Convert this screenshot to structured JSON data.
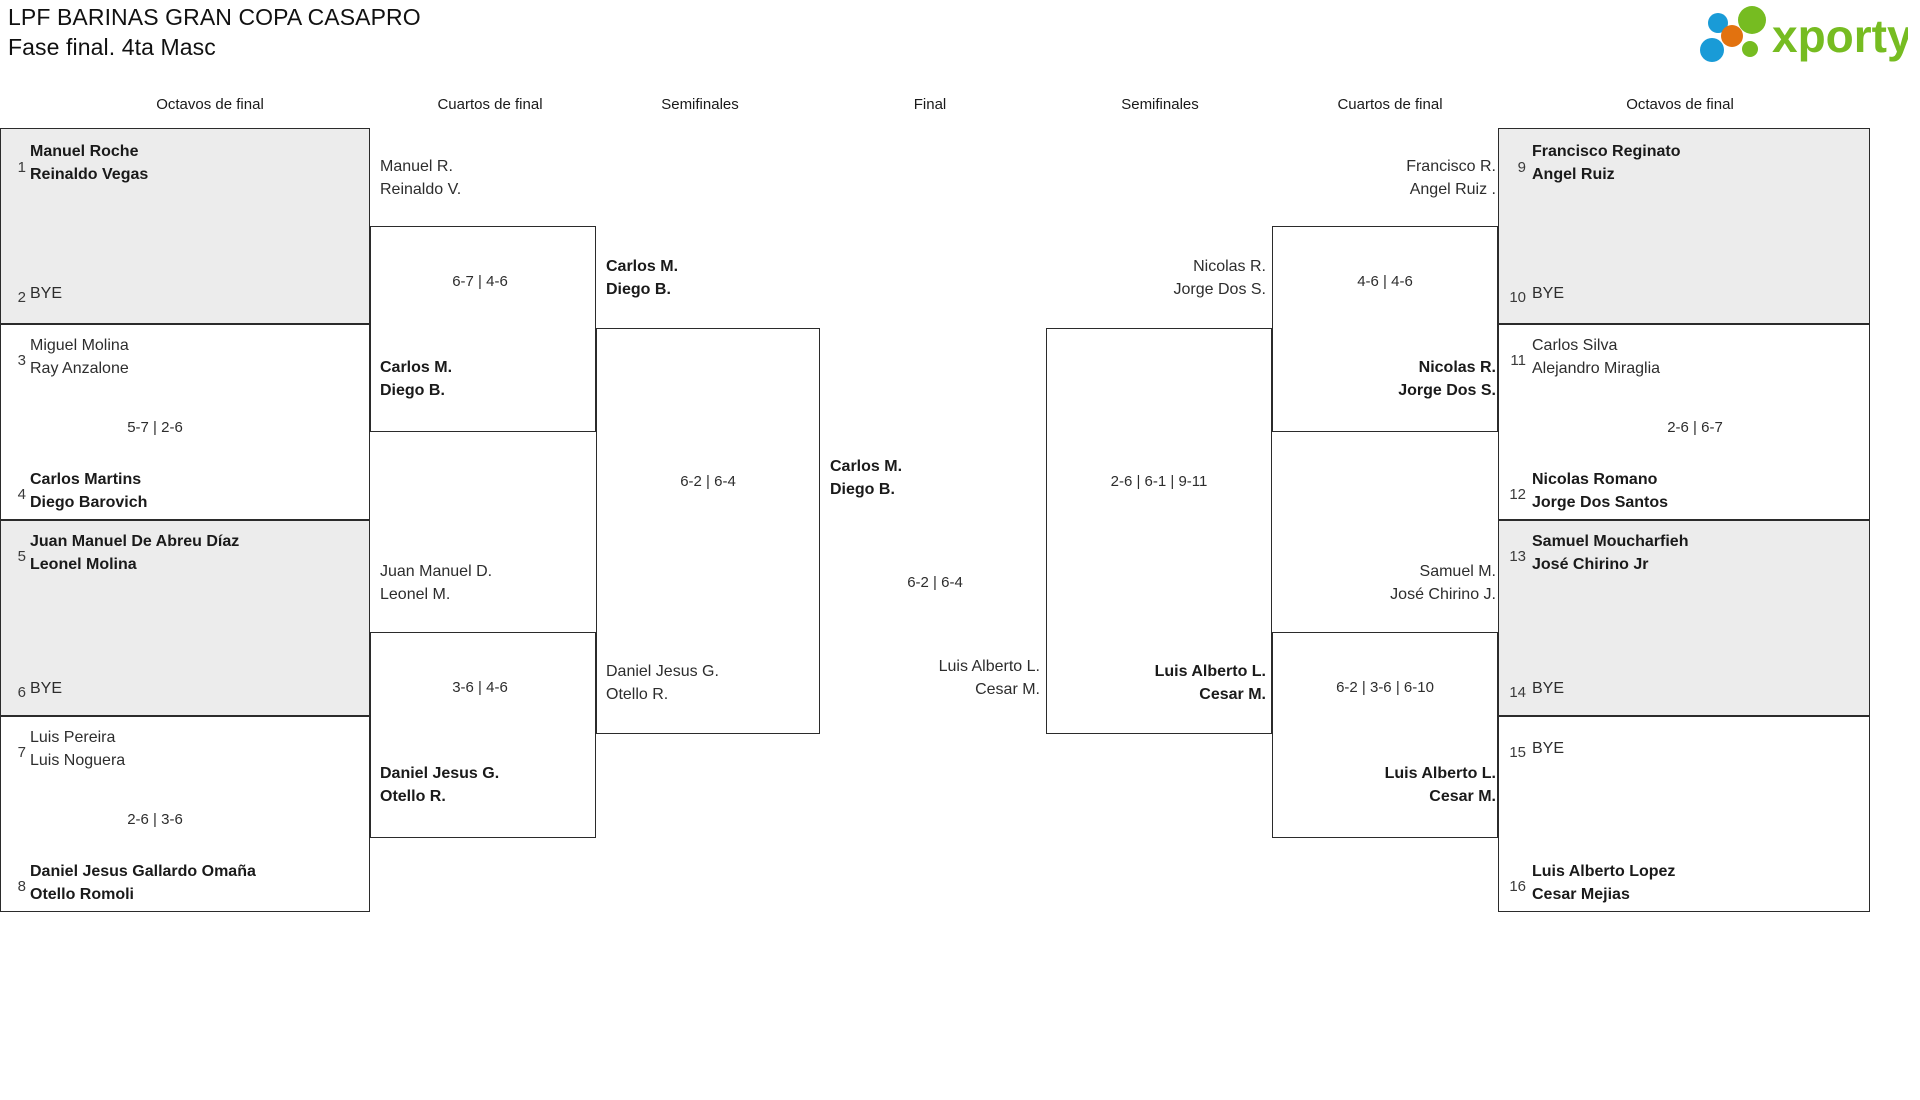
{
  "header": {
    "title_line1": "LPF BARINAS GRAN COPA CASAPRO",
    "title_line2": "Fase final. 4ta Masc",
    "logo_text": "xporty",
    "logo_colors": {
      "green": "#76bc21",
      "blue": "#199bd7",
      "orange": "#e2720f"
    }
  },
  "round_headers": {
    "left_r16": "Octavos de final",
    "left_qf": "Cuartos de final",
    "left_sf": "Semifinales",
    "final": "Final",
    "right_sf": "Semifinales",
    "right_qf": "Cuartos de final",
    "right_r16": "Octavos de final"
  },
  "left_r16": {
    "seeds": [
      "1",
      "2",
      "3",
      "4",
      "5",
      "6",
      "7",
      "8"
    ],
    "entries": [
      {
        "line1": "Manuel Roche",
        "line2": "Reinaldo Vegas",
        "winner": true
      },
      {
        "line1": "BYE",
        "line2": "",
        "winner": false
      },
      {
        "line1": "Miguel Molina",
        "line2": "Ray Anzalone",
        "winner": false
      },
      {
        "line1": "Carlos Martins",
        "line2": "Diego Barovich",
        "winner": true
      },
      {
        "line1": "Juan Manuel De Abreu Díaz",
        "line2": "Leonel Molina",
        "winner": true
      },
      {
        "line1": "BYE",
        "line2": "",
        "winner": false
      },
      {
        "line1": "Luis Pereira",
        "line2": "Luis Noguera",
        "winner": false
      },
      {
        "line1": "Daniel Jesus Gallardo Omaña",
        "line2": "Otello Romoli",
        "winner": true
      }
    ],
    "scores": [
      "5-7 | 2-6",
      "2-6 | 3-6"
    ]
  },
  "left_qf": {
    "m1_top": {
      "line1": "Manuel R.",
      "line2": "Reinaldo V.",
      "winner": false
    },
    "m1_bot": {
      "line1": "Carlos M.",
      "line2": "Diego B.",
      "winner": true
    },
    "m1_score": "6-7 | 4-6",
    "m2_top": {
      "line1": "Juan Manuel D.",
      "line2": "Leonel M.",
      "winner": false
    },
    "m2_bot": {
      "line1": "Daniel Jesus G.",
      "line2": "Otello R.",
      "winner": true
    },
    "m2_score": "3-6 | 4-6"
  },
  "left_sf": {
    "top": {
      "line1": "Carlos M.",
      "line2": "Diego B.",
      "winner": true
    },
    "bottom": {
      "line1": "Daniel Jesus G.",
      "line2": "Otello R.",
      "winner": false
    },
    "score": "6-2 | 6-4"
  },
  "final": {
    "winner": {
      "line1": "Carlos M.",
      "line2": "Diego B.",
      "winner": true
    },
    "runner_up": {
      "line1": "Luis Alberto L.",
      "line2": "Cesar M.",
      "winner": false
    },
    "score": "6-2 | 6-4"
  },
  "right_sf": {
    "top": {
      "line1": "Nicolas R.",
      "line2": "Jorge Dos S.",
      "winner": false
    },
    "bottom": {
      "line1": "Luis Alberto L.",
      "line2": "Cesar M.",
      "winner": true
    },
    "score": "2-6 | 6-1 | 9-11"
  },
  "right_qf": {
    "m1_top": {
      "line1": "Francisco R.",
      "line2": "Angel Ruiz .",
      "winner": false
    },
    "m1_bot": {
      "line1": "Nicolas R.",
      "line2": "Jorge Dos S.",
      "winner": true
    },
    "m1_score": "4-6 | 4-6",
    "m2_top": {
      "line1": "Samuel M.",
      "line2": "José Chirino J.",
      "winner": false
    },
    "m2_bot": {
      "line1": "Luis Alberto L.",
      "line2": "Cesar M.",
      "winner": true
    },
    "m2_score": "6-2 | 3-6 | 6-10"
  },
  "right_r16": {
    "seeds": [
      "9",
      "10",
      "11",
      "12",
      "13",
      "14",
      "15",
      "16"
    ],
    "entries": [
      {
        "line1": "Francisco Reginato",
        "line2": "Angel Ruiz",
        "winner": true
      },
      {
        "line1": "BYE",
        "line2": "",
        "winner": false
      },
      {
        "line1": "Carlos Silva",
        "line2": "Alejandro Miraglia",
        "winner": false
      },
      {
        "line1": "Nicolas Romano",
        "line2": "Jorge Dos Santos",
        "winner": true
      },
      {
        "line1": "Samuel Moucharfieh",
        "line2": "José Chirino Jr",
        "winner": true
      },
      {
        "line1": "BYE",
        "line2": "",
        "winner": false
      },
      {
        "line1": "BYE",
        "line2": "",
        "winner": false
      },
      {
        "line1": "Luis Alberto Lopez",
        "line2": "Cesar Mejias",
        "winner": true
      }
    ],
    "scores": [
      "2-6 | 6-7",
      ""
    ]
  }
}
